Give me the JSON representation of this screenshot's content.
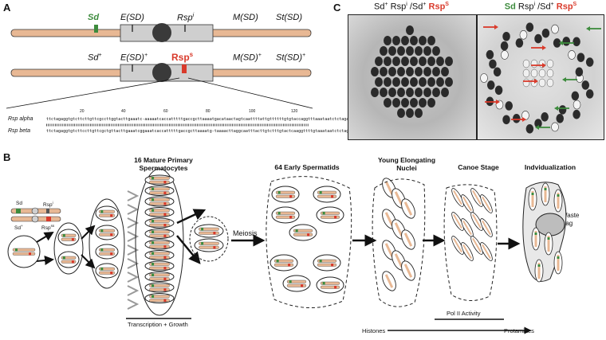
{
  "panel_a": {
    "letter": "A",
    "chrom1": {
      "sd": "Sd",
      "esd": "E(SD)",
      "rsp": "Rsp",
      "rsp_sup": "i",
      "msd": "M(SD)",
      "stsd": "St(SD)"
    },
    "chrom2": {
      "sd": "Sd",
      "sd_sup": "+",
      "esd": "E(SD)",
      "esd_sup": "+",
      "rsp": "Rsp",
      "rsp_sup": "s",
      "msd": "M(SD)",
      "msd_sup": "+",
      "stsd": "St(SD)",
      "stsd_sup": "+"
    },
    "ruler": [
      "20",
      "40",
      "60",
      "80",
      "100",
      "120"
    ],
    "alpha_label": "Rsp alpha",
    "beta_label": "Rsp beta",
    "alpha_seq": "ttctagaggtgtcttcttgttcgccttggtacttgaaatc-aaaaatcaccatttttgaccgcttaaaatgacataactagtcaattttattgttttttgtgtaccaggtttaaataatctctaga",
    "beta_seq": "ttctagaggtgtcttccttgttcgctgttacttgaaatcggaaatcaccatttttgaccgcttaaaatg-taaaacttaggcaatttacttgtctttgtactcaaggttttgtaaataatctctaga"
  },
  "panel_b": {
    "letter": "B",
    "legend": {
      "sd": "Sd",
      "rsp_i": "Rsp",
      "rsp_i_sup": "i",
      "sd_plus": "Sd",
      "sd_plus_sup": "+",
      "rsp_s": "Rsp",
      "rsp_s_sup": "ss"
    },
    "stage1": "16 Mature Primary Spermatocytes",
    "stage2": "64 Early Spermatids",
    "stage3": "Young Elongating Nuclei",
    "stage4": "Canoe Stage",
    "stage5": "Indvidualization",
    "meiosis": "Meiosis",
    "transcription": "Transcription + Growth",
    "waste_bag": "Waste Bag",
    "pol2": "Pol II Activity",
    "histones": "Histones",
    "protamines": "Protamines"
  },
  "panel_c": {
    "letter": "C",
    "left_title": {
      "a": "Sd",
      "a_sup": "+",
      "b": " Rsp",
      "b_sup": "i",
      "c": " /Sd",
      "c_sup": "+",
      "d": " Rsp",
      "d_sup": "S"
    },
    "right_title": {
      "a": "Sd",
      "b": " Rsp",
      "b_sup": "i",
      "c": " /Sd",
      "c_sup": "+",
      "d": " Rsp",
      "d_sup": "S"
    }
  },
  "colors": {
    "chromosome": "#e8b894",
    "green": "#3d8b3d",
    "red": "#d93a2b",
    "grey_block": "#cfcfcf",
    "orange_seq": "#e06020",
    "blue_seq": "#2aa0d8"
  }
}
